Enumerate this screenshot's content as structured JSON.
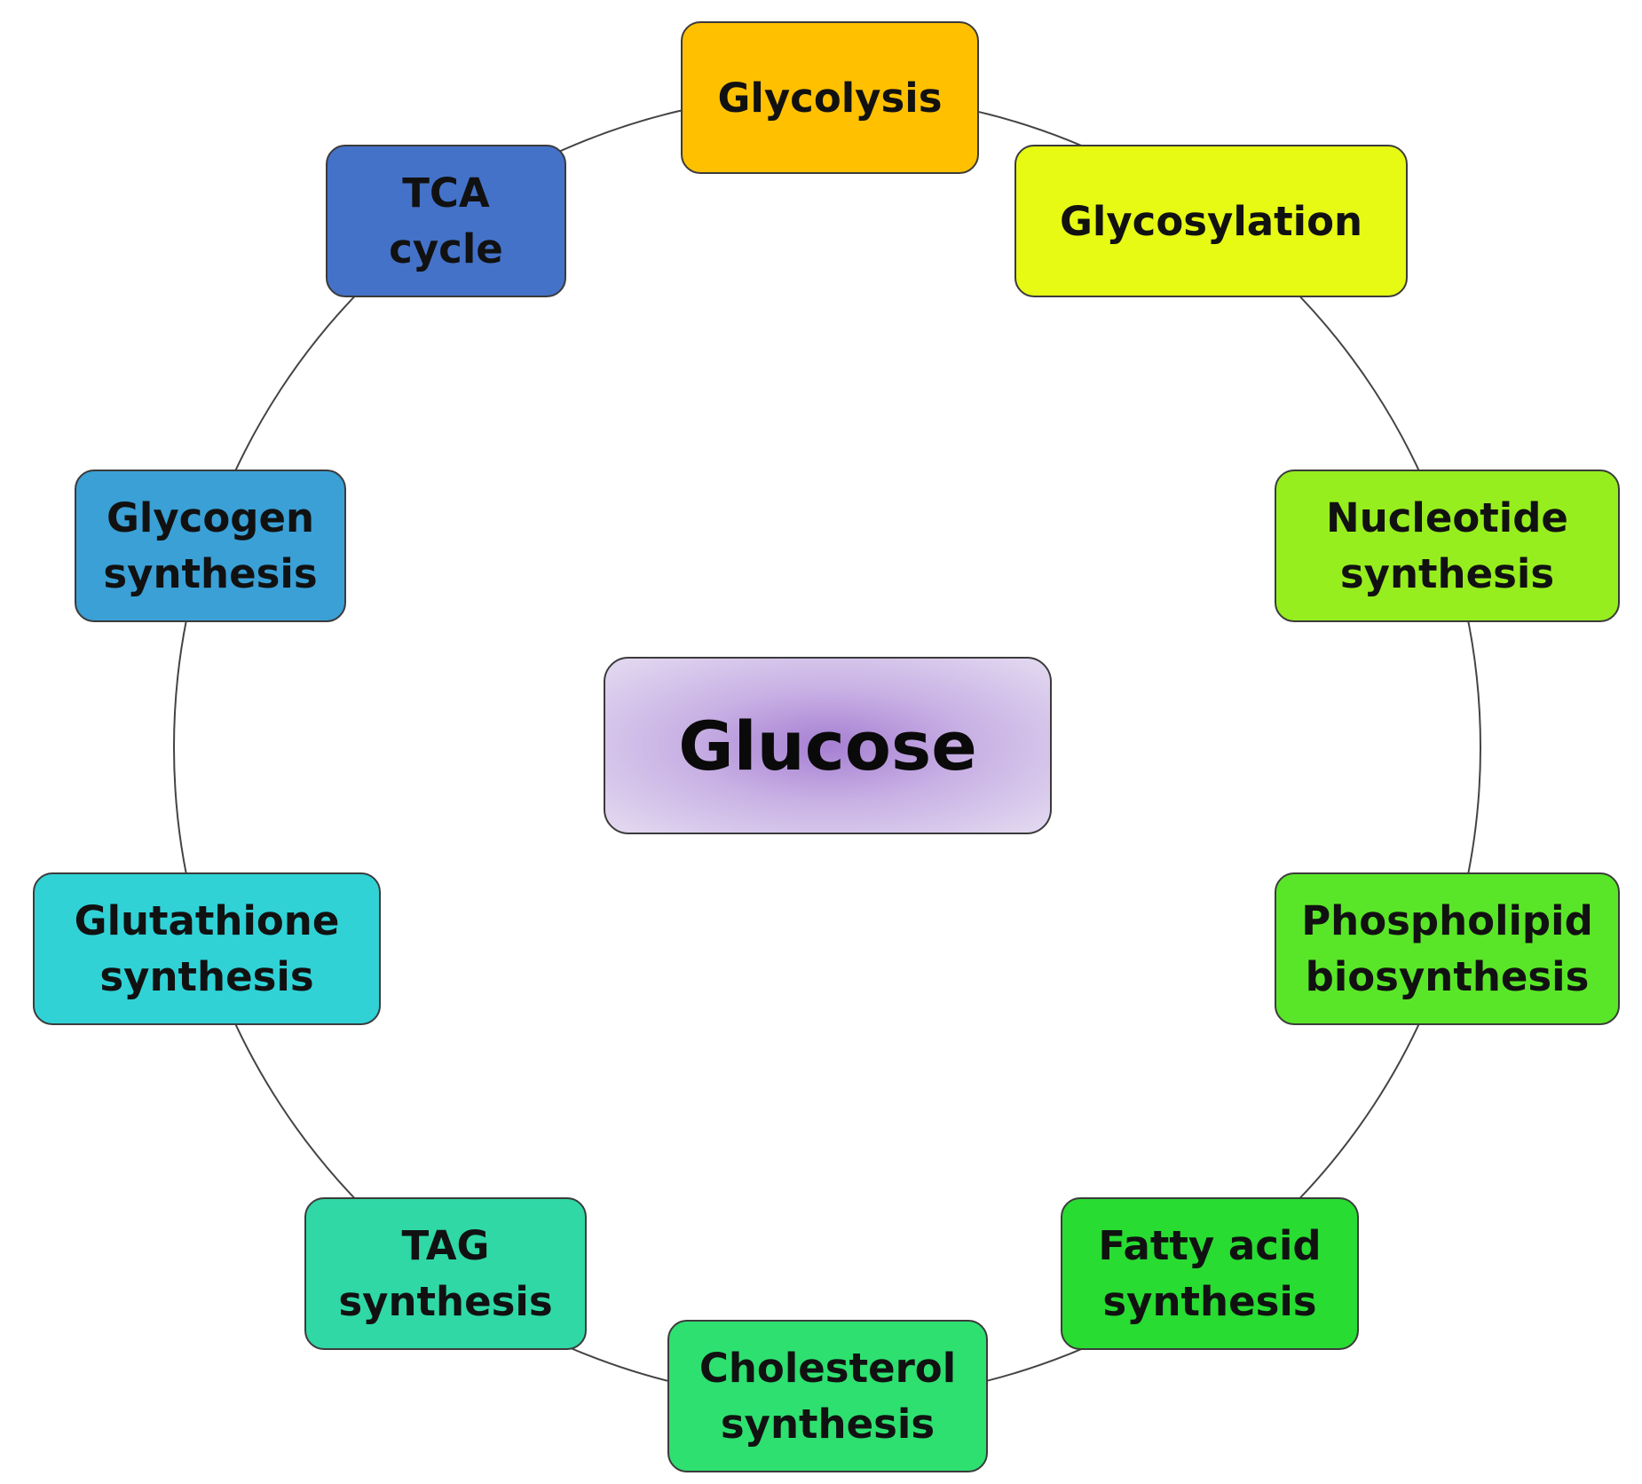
{
  "center": {
    "label": "Glucose"
  },
  "nodes": [
    {
      "id": "glycolysis",
      "lines": [
        "Glycolysis"
      ],
      "color": "#ffc000"
    },
    {
      "id": "glycosylation",
      "lines": [
        "Glycosylation"
      ],
      "color": "#e6fa14"
    },
    {
      "id": "nucleotide-synthesis",
      "lines": [
        "Nucleotide",
        "synthesis"
      ],
      "color": "#96ee1e"
    },
    {
      "id": "phospholipid-biosynthesis",
      "lines": [
        "Phospholipid",
        "biosynthesis"
      ],
      "color": "#5ae628"
    },
    {
      "id": "fatty-acid-synthesis",
      "lines": [
        "Fatty acid",
        "synthesis"
      ],
      "color": "#28dc32"
    },
    {
      "id": "cholesterol-synthesis",
      "lines": [
        "Cholesterol",
        "synthesis"
      ],
      "color": "#2ee070"
    },
    {
      "id": "tag-synthesis",
      "lines": [
        "TAG",
        "synthesis"
      ],
      "color": "#30d8a6"
    },
    {
      "id": "glutathione-synthesis",
      "lines": [
        "Glutathione",
        "synthesis"
      ],
      "color": "#30d2d6"
    },
    {
      "id": "glycogen-synthesis",
      "lines": [
        "Glycogen",
        "synthesis"
      ],
      "color": "#3aa0d6"
    },
    {
      "id": "tca-cycle",
      "lines": [
        "TCA",
        "cycle"
      ],
      "color": "#4472c8"
    }
  ]
}
